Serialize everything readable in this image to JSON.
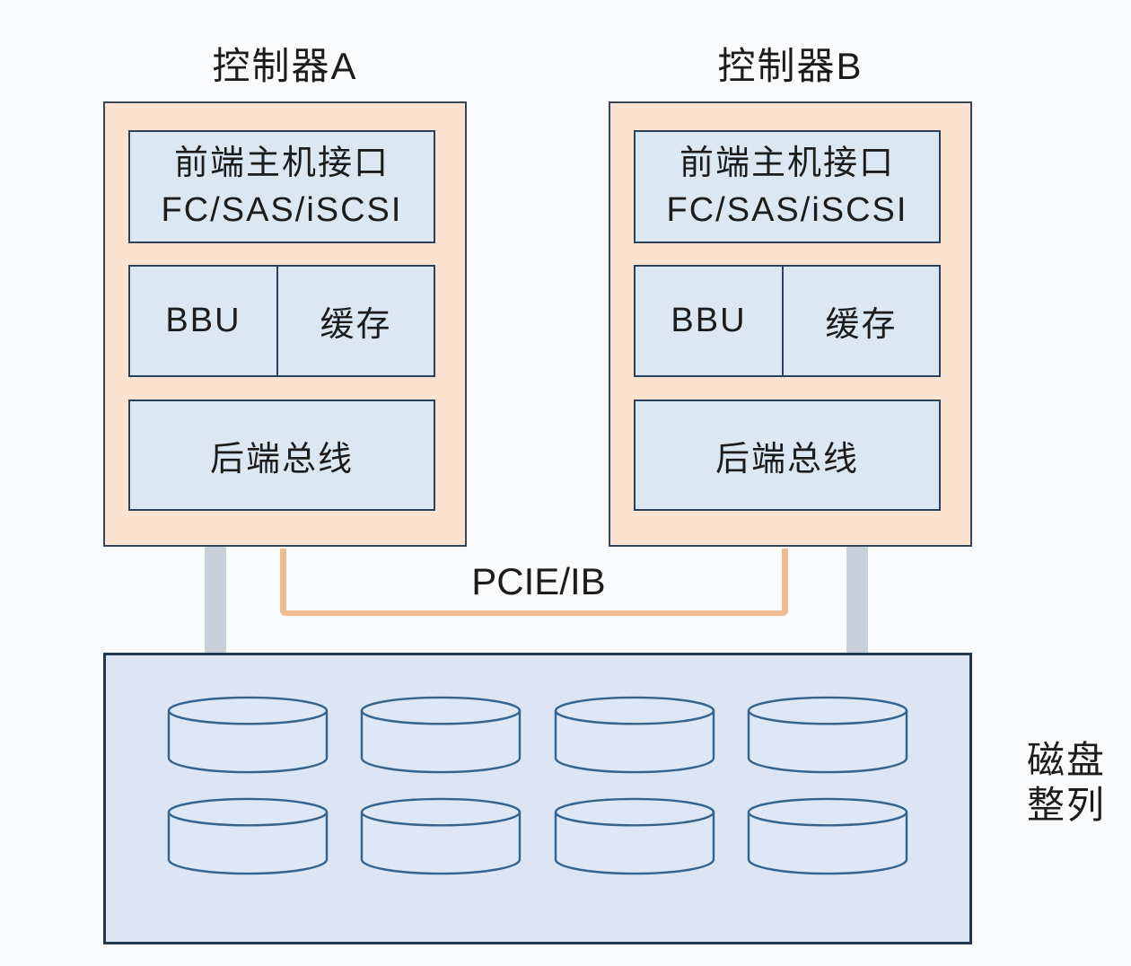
{
  "controllers": [
    {
      "title": "控制器A",
      "front_interface": {
        "line1": "前端主机接口",
        "line2": "FC/SAS/iSCSI"
      },
      "bbu_label": "BBU",
      "cache_label": "缓存",
      "backend_bus_label": "后端总线"
    },
    {
      "title": "控制器B",
      "front_interface": {
        "line1": "前端主机接口",
        "line2": "FC/SAS/iSCSI"
      },
      "bbu_label": "BBU",
      "cache_label": "缓存",
      "backend_bus_label": "后端总线"
    }
  ],
  "interconnect": {
    "label": "PCIE/IB"
  },
  "disk_array": {
    "label_line1": "磁盘",
    "label_line2": "整列",
    "disk_rows": 2,
    "disks_per_row": 4,
    "disk_count": 8
  },
  "colors": {
    "controller_fill": "#fae3d0",
    "controller_border": "#35455a",
    "module_fill": "#dce7f4",
    "module_border": "#28415f",
    "disk_array_fill": "#dbe5f3",
    "disk_array_border": "#22384f",
    "disk_outline": "#36648e",
    "connector_gray": "#c9d0dc",
    "interconnect_orange": "#f0bd92",
    "text": "#1c1c1c",
    "background": "#fafbfd"
  }
}
